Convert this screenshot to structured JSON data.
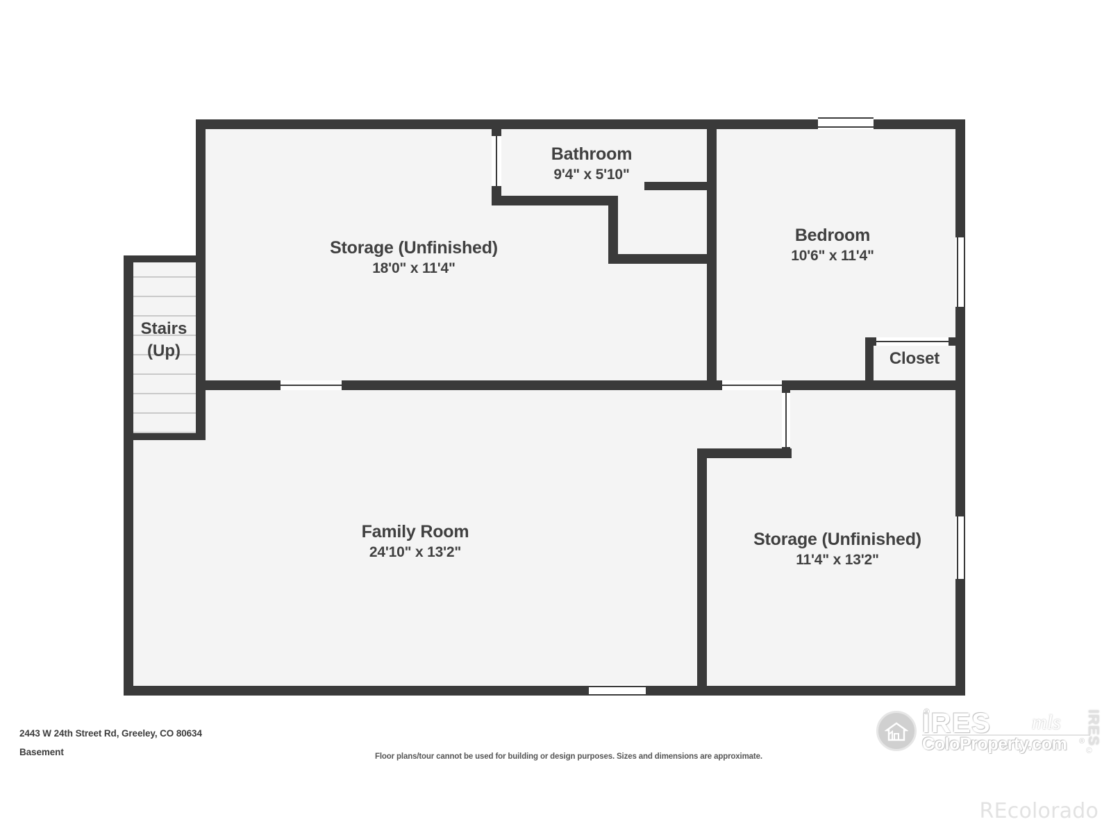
{
  "document": {
    "type": "floor-plan",
    "address": "2443 W 24th Street Rd, Greeley, CO 80634",
    "level": "Basement",
    "disclaimer": "Floor plans/tour cannot be used for building or design purposes. Sizes and dimensions are approximate."
  },
  "rooms": [
    {
      "id": "storage-upper",
      "name": "Storage (Unfinished)",
      "dims": "18'0\" x 11'4\""
    },
    {
      "id": "bathroom",
      "name": "Bathroom",
      "dims": "9'4\" x 5'10\""
    },
    {
      "id": "bedroom",
      "name": "Bedroom",
      "dims": "10'6\" x 11'4\""
    },
    {
      "id": "closet",
      "name": "Closet",
      "dims": ""
    },
    {
      "id": "family-room",
      "name": "Family Room",
      "dims": "24'10\" x 13'2\""
    },
    {
      "id": "storage-lower",
      "name": "Storage (Unfinished)",
      "dims": "11'4\" x 13'2\""
    }
  ],
  "stairs": {
    "line1": "Stairs",
    "line2": "(Up)",
    "tread_count": 9
  },
  "branding": {
    "ires_wordmark": "IRES",
    "ires_mls": "mls",
    "ires_site": "ColoProperty.com",
    "ires_side": "IRES",
    "registered_mark": "®",
    "copyright_mark": "©",
    "watermark": "REcolorado"
  },
  "colors": {
    "wall": "#3a3a3a",
    "room_fill": "#f4f4f4",
    "label_text": "#404040",
    "footer_text": "#3c3c3c",
    "watermark": "#e2e2e2",
    "page_background": "#ffffff"
  }
}
